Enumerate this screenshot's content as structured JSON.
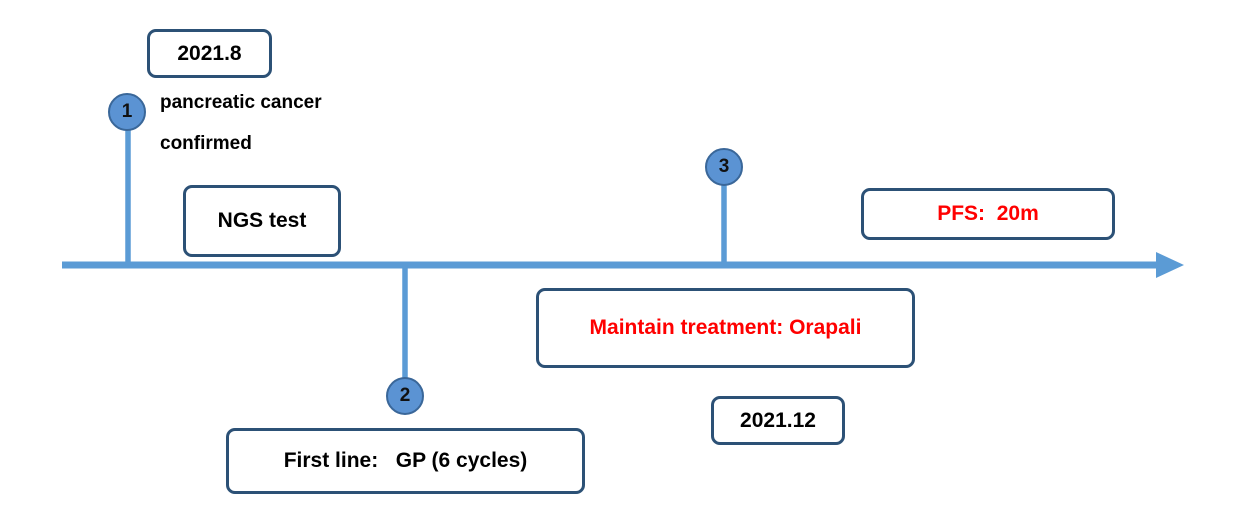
{
  "colors": {
    "timeline": "#5b9bd5",
    "box_border": "#2c5176",
    "marker_fill": "#5b93d3",
    "highlight_text": "#ff0000"
  },
  "events": {
    "date_1": "2021.8",
    "marker_1": "1",
    "diagnosis_line1": "pancreatic cancer",
    "diagnosis_line2": "confirmed",
    "ngs": "NGS test",
    "marker_2": "2",
    "first_line": "First line:   GP (6 cycles)",
    "marker_3": "3",
    "maintain": "Maintain treatment: Orapali",
    "date_2": "2021.12",
    "pfs": "PFS:  20m"
  }
}
